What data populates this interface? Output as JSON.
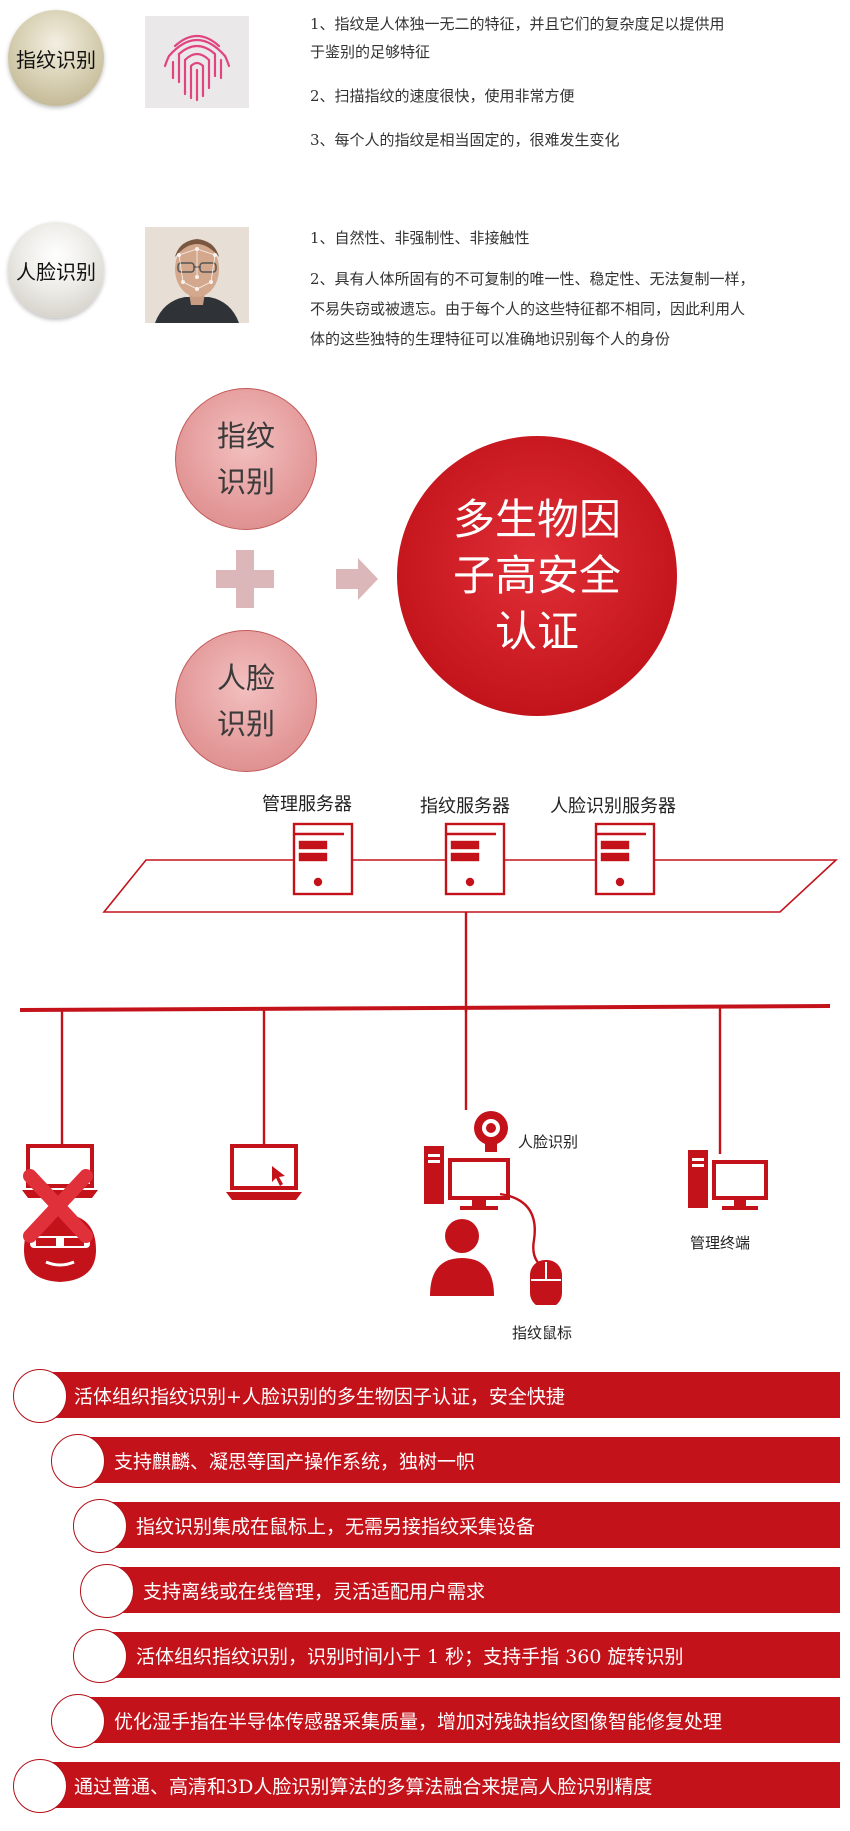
{
  "fingerprint_section": {
    "badge": "指纹识别",
    "points": [
      "1、指纹是人体独一无二的特征，并且它们的复杂度足以提供用",
      "于鉴别的足够特征",
      "2、扫描指纹的速度很快，使用非常方便",
      "3、每个人的指纹是相当固定的，很难发生变化"
    ]
  },
  "face_section": {
    "badge": "人脸识别",
    "points": [
      "1、自然性、非强制性、非接触性",
      "2、具有人体所固有的不可复制的唯一性、稳定性、无法复制一样，",
      "不易失窃或被遗忘。由于每个人的这些特征都不相同，因此利用人",
      "体的这些独特的生理特征可以准确地识别每个人的身份"
    ]
  },
  "concept": {
    "circle_top_line1": "指纹",
    "circle_top_line2": "识别",
    "circle_bottom_line1": "人脸",
    "circle_bottom_line2": "识别",
    "result": "多生物因子高安全认证"
  },
  "network": {
    "server_labels": [
      "管理服务器",
      "指纹服务器",
      "人脸识别服务器"
    ],
    "face_label": "人脸识别",
    "mouse_label": "指纹鼠标",
    "terminal_label": "管理终端"
  },
  "features": [
    "活体组织指纹识别+人脸识别的多生物因子认证，安全快捷",
    "支持麒麟、凝思等国产操作系统，独树一帜",
    "指纹识别集成在鼠标上，无需另接指纹采集设备",
    "支持离线或在线管理，灵活适配用户需求",
    "活体组织指纹识别，识别时间小于 1 秒；支持手指 360 旋转识别",
    "优化湿手指在半导体传感器采集质量，增加对残缺指纹图像智能修复处理",
    "通过普通、高清和3D人脸识别算法的多算法融合来提高人脸识别精度"
  ],
  "colors": {
    "accent": "#c4121b",
    "accent_light": "#e49a9a",
    "plus": "#dcb7b9"
  }
}
